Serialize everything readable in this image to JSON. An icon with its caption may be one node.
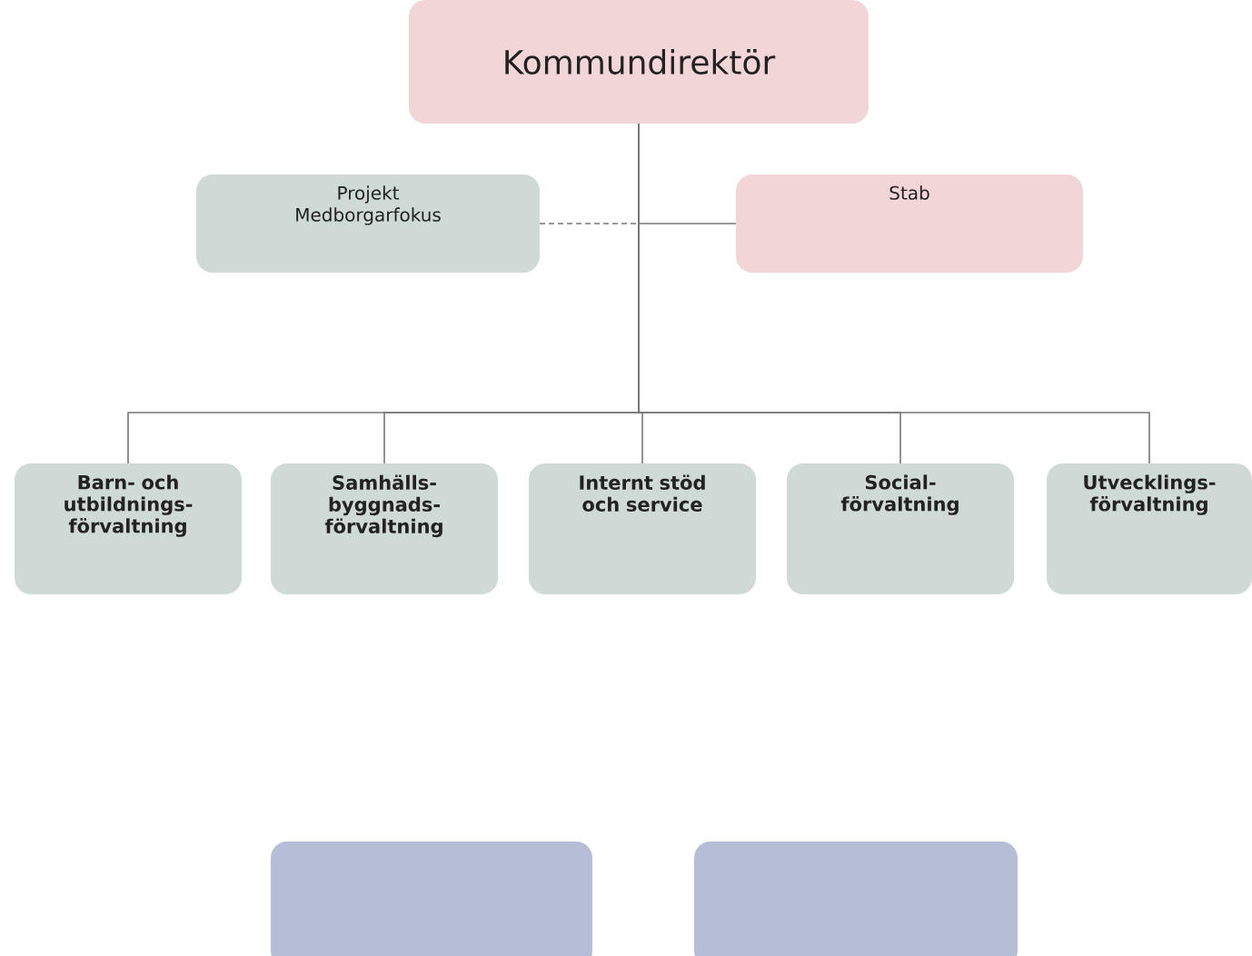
{
  "diagram": {
    "nodes": [
      {
        "text": [
          "Kommundirektör"
        ]
      },
      {
        "text": [
          "Projekt Medborgarfokus"
        ]
      },
      {
        "text": [
          "Stab"
        ]
      },
      {
        "text": [
          "Barn- och utbildnings- förvaltning"
        ]
      },
      {
        "text": [
          "Samhälls- byggnads- förvaltning"
        ]
      },
      {
        "text": [
          "Internt stöd och service"
        ]
      },
      {
        "text": [
          "Social- förvaltning"
        ]
      },
      {
        "text": [
          "Utvecklings- förvaltning"
        ]
      },
      {
        "text": [],
        "shape": "box"
      },
      {
        "text": [],
        "shape": "box"
      }
    ],
    "edges": [
      {
        "from": 0,
        "to": 1,
        "arrow": "none",
        "style": "dashed"
      },
      {
        "from": 0,
        "to": 2,
        "arrow": "none"
      },
      {
        "from": 0,
        "to": 3,
        "arrow": "none"
      },
      {
        "from": 0,
        "to": 4,
        "arrow": "none"
      },
      {
        "from": 0,
        "to": 5,
        "arrow": "none"
      },
      {
        "from": 0,
        "to": 6,
        "arrow": "none"
      },
      {
        "from": 0,
        "to": 7,
        "arrow": "none"
      }
    ]
  }
}
